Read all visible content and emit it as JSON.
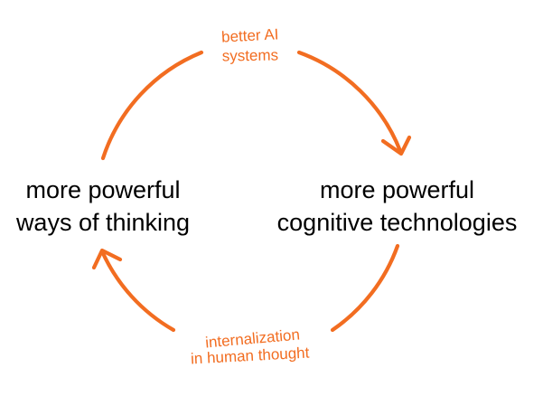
{
  "colors": {
    "accent": "#f26d21",
    "text": "#000000",
    "background": "#ffffff"
  },
  "nodes": {
    "left": {
      "line1": "more powerful",
      "line2": "ways of thinking"
    },
    "right": {
      "line1": "more powerful",
      "line2": "cognitive technologies"
    }
  },
  "arrows": {
    "top": {
      "line1": "better AI",
      "line2": "systems"
    },
    "bottom": {
      "line1": "internalization",
      "line2": "in human thought"
    }
  }
}
